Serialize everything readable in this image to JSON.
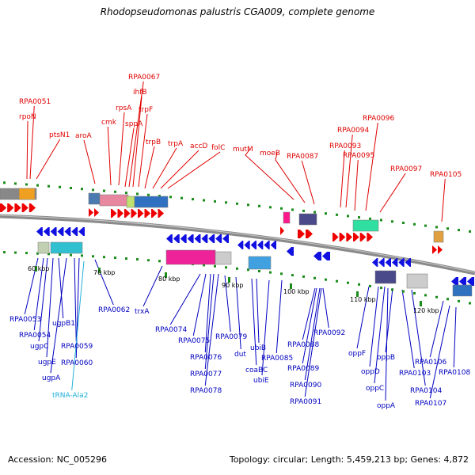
{
  "title": "Rhodopseudomonas palustris CGA009, complete genome",
  "footer": {
    "accession": "Accession: NC_005296",
    "summary": "Topology: circular; Length: 5,459,213 bp; Genes: 4,872"
  },
  "colors": {
    "forward_label": "#e00000",
    "reverse_label": "#0000c0",
    "rna_label": "#22b0d8",
    "backbone": "#8a8a8a",
    "forward_arrow": "#ee0000",
    "reverse_arrow": "#1010e0"
  },
  "forward_labels": [
    "RPA0051",
    "rpoN",
    "ptsN1",
    "aroA",
    "cmk",
    "rpsA",
    "sppA",
    "RPA0067",
    "ihfB",
    "trpF",
    "trpB",
    "trpA",
    "accD",
    "folC",
    "mutM",
    "moeB",
    "RPA0087",
    "RPA0093",
    "RPA0094",
    "RPA0095",
    "RPA0096",
    "RPA0097",
    "RPA0105"
  ],
  "reverse_labels": [
    "RPA0053",
    "RPA0054",
    "ugpC",
    "ugpB1",
    "ugpE",
    "RPA0059",
    "RPA0060",
    "ugpA",
    "RPA0062",
    "trxA",
    "RPA0074",
    "RPA0075",
    "RPA0076",
    "RPA0077",
    "RPA0078",
    "RPA0079",
    "dut",
    "ubiB",
    "coaBC",
    "ubiE",
    "RPA0085",
    "RPA0088",
    "RPA0089",
    "RPA0090",
    "RPA0091",
    "RPA0092",
    "oppF",
    "oppD",
    "oppC",
    "oppB",
    "oppA",
    "RPA0103",
    "RPA0104",
    "RPA0106",
    "RPA0107",
    "RPA0108"
  ],
  "rna_labels": [
    "tRNA-Ala2"
  ],
  "ticks": [
    "60 kbp",
    "70 kbp",
    "80 kbp",
    "90 kbp",
    "100 kbp",
    "110 kbp",
    "120 kbp"
  ]
}
